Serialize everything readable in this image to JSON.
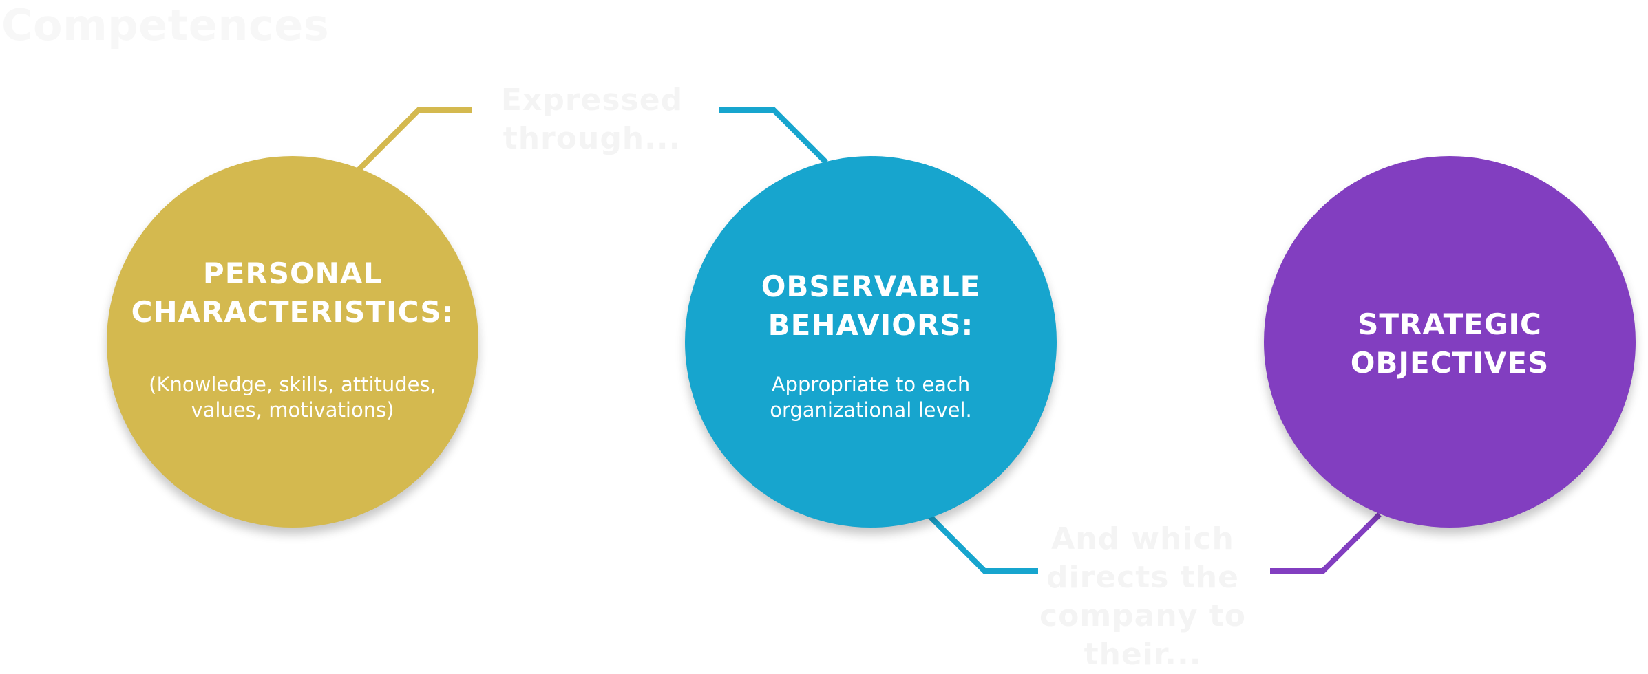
{
  "page_title": "Competences",
  "circles": [
    {
      "heading": "PERSONAL\nCHARACTERISTICS:",
      "description": "(Knowledge, skills, attitudes,\nvalues, motivations)",
      "color": "#d4b94f"
    },
    {
      "heading": "OBSERVABLE\nBEHAVIORS:",
      "description": "Appropriate to each\norganizational level.",
      "color": "#17a5ce"
    },
    {
      "heading": "STRATEGIC\nOBJECTIVES",
      "description": "",
      "color": "#823ec0"
    }
  ],
  "connector_labels": [
    "Expressed\nthrough...",
    "And which\ndirects the\ncompany to\ntheir..."
  ]
}
